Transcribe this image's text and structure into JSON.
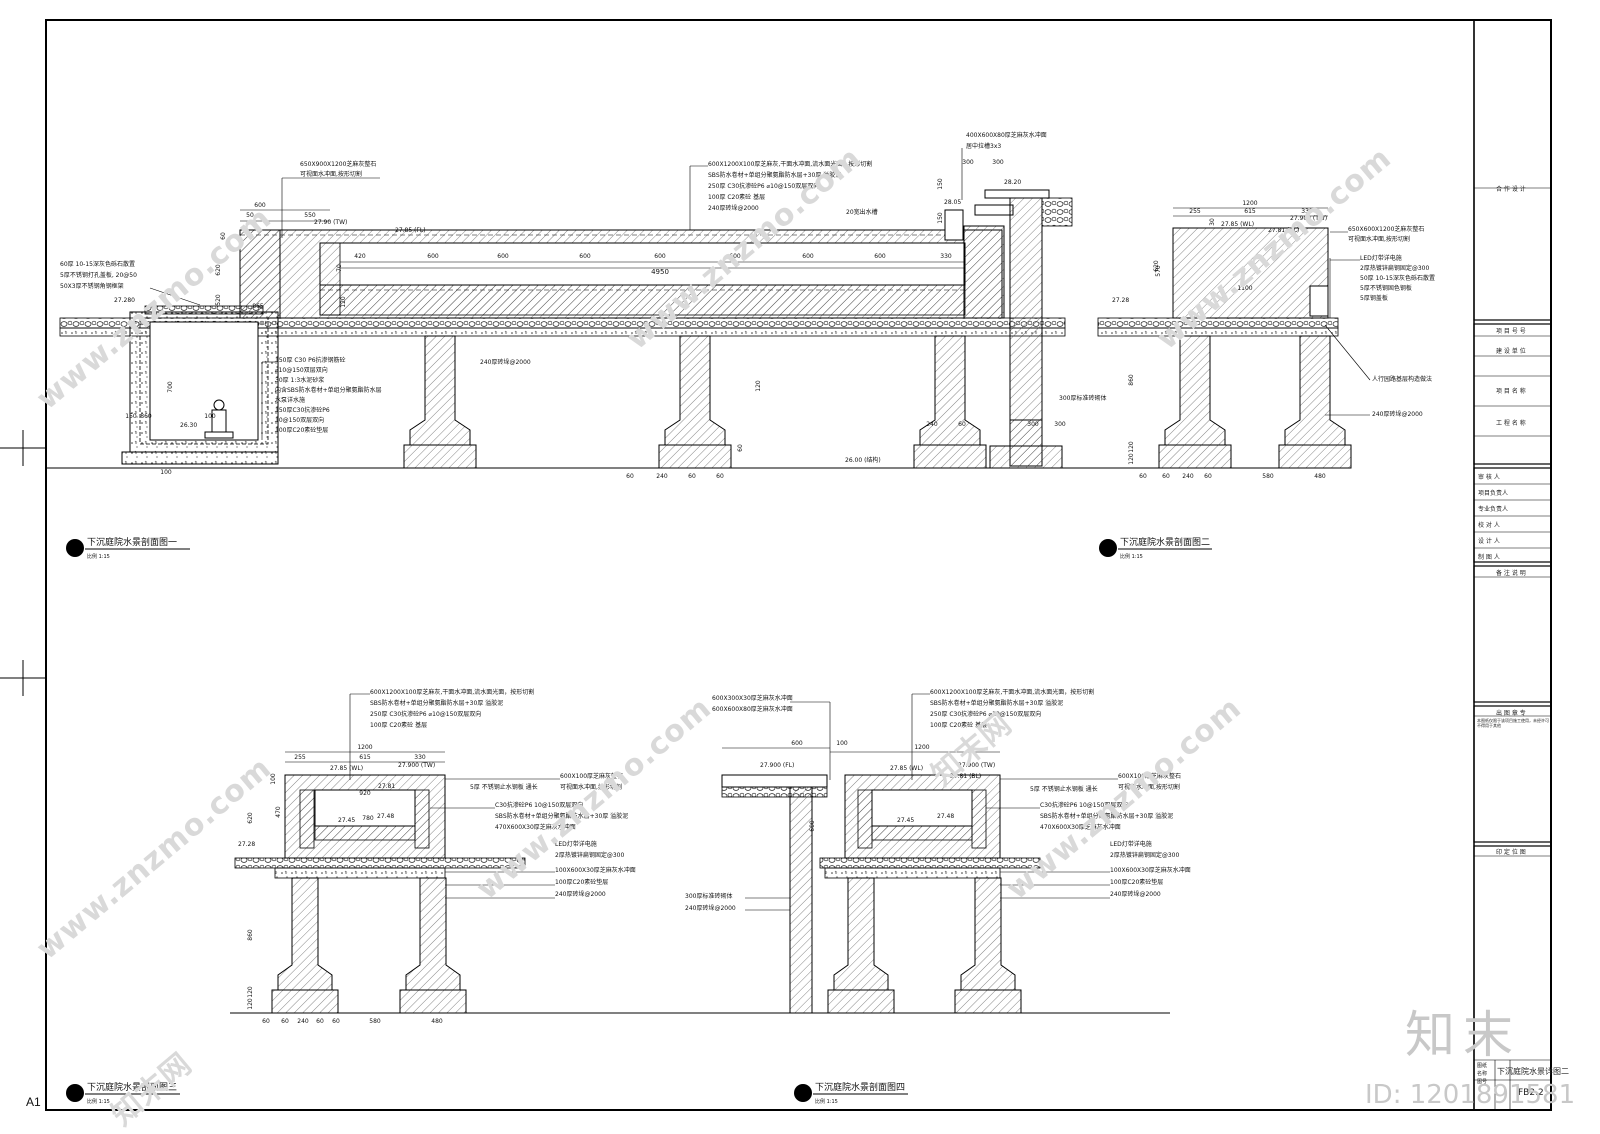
{
  "sheet": {
    "size_label": "A1",
    "drawing_no": "FB2.2",
    "drawing_title": "下沉庭院水景详图二"
  },
  "title_block": {
    "partner": "合 作 设 计",
    "fields_top": [
      "项 目 号 号",
      "建 设 单 位",
      "项 目 名 称",
      "工 程 名 称"
    ],
    "people": [
      "审 核 人",
      "项目负责人",
      "专业负责人",
      "校 对 人",
      "设 计 人",
      "制 图 人"
    ],
    "remarks": "备 注 说 明",
    "stamp": "出 图 章 专",
    "stamp_note": "本图纸仅限于该项目施工使用，未经许可不得用于其他",
    "key_plan": "印 定 位 图",
    "bottom_labels": [
      "图纸",
      "名称",
      "图号"
    ]
  },
  "sections": [
    {
      "title": "下沉庭院水景剖面图一",
      "scale": "比例  1:15"
    },
    {
      "title": "下沉庭院水景剖面图二",
      "scale": "比例  1:15"
    },
    {
      "title": "下沉庭院水景剖面图三",
      "scale": "比例  1:15"
    },
    {
      "title": "下沉庭院水景剖面图四",
      "scale": "比例  1:15"
    }
  ],
  "s1": {
    "notes_top": [
      "650X900X1200芝麻灰整石",
      "可视面水冲面,按形切割"
    ],
    "notes_mid": [
      "600X1200X100厚芝麻灰,干面水冲面,流水面光面，按形切割",
      "SBS防水卷材+单组分聚氨酯防水层+30厚 溢胶泥",
      "250厚 C30抗渗砼P6 ⌀10@150双层双向",
      "100厚 C20素砼 基层",
      "240厚砖垛@2000"
    ],
    "notes_right": [
      "400X600X80厚芝麻灰水冲面",
      "居中拉槽3x3"
    ],
    "notes_left": [
      "60厚  10-15深灰色砾石散置",
      "5厚不锈钢打孔盖板,  20@50",
      "50X3厚不锈钢角钢框架"
    ],
    "notes_pit": [
      "150厚 C30 P6抗渗钢筋砼",
      "⌀10@150双层双向",
      "30厚 1:3水泥砂浆",
      "内含SBS防水卷材+单组分聚氨酯防水层",
      "水泵详水施",
      "150厚C30抗渗砼P6",
      "10@150双层双向",
      "100厚C20素砼垫层"
    ],
    "labels": [
      "27.90 (TW)",
      "27.85 (FL)",
      "28.05",
      "28.20",
      "27.280",
      "26.30",
      "26.00 (结构)",
      "20宽出水槽",
      "240厚砖垛@2000",
      "300厚标准砖砌体"
    ],
    "dims_top": [
      "600",
      "550",
      "50",
      "300",
      "300",
      "150",
      "150"
    ],
    "dims_chain": [
      "420",
      "600",
      "600",
      "600",
      "600",
      "600",
      "600",
      "600",
      "330"
    ],
    "dim_total": "4950",
    "dims_misc": [
      "620",
      "520",
      "60",
      "70",
      "120",
      "865",
      "700",
      "100",
      "150",
      "860",
      "120",
      "60",
      "60",
      "240",
      "60",
      "60",
      "240",
      "60",
      "300",
      "300",
      "100"
    ]
  },
  "s2": {
    "dims_top": [
      "1200",
      "255",
      "615",
      "330",
      "30",
      "1100"
    ],
    "labels": [
      "27.85 (WL)",
      "27.81 (BL)",
      "27.900 (TW)",
      "27.28"
    ],
    "notes": [
      "650X600X1200芝麻灰整石",
      "可视面水冲面,按形切割",
      "LED灯带详电施",
      "2厚热镀锌扁钢固定@300",
      "50厚  10-15深灰色砾石散置",
      "5厚不锈钢固色钢板",
      "5厚钢盖板",
      "人行园路基层构造做法",
      "240厚砖垛@2000"
    ],
    "dims": [
      "620",
      "570",
      "860",
      "120",
      "120",
      "60",
      "60",
      "240",
      "60",
      "580",
      "480"
    ]
  },
  "s3": {
    "notes_top": [
      "600X1200X100厚芝麻灰,干面水冲面,流水面光面，按形切割",
      "SBS防水卷材+单组分聚氨酯防水层+30厚 溢胶泥",
      "250厚 C30抗渗砼P6 ⌀10@150双层双向",
      "100厚 C20素砼 基层"
    ],
    "notes_right": [
      "600X100厚芝麻灰整石",
      "可视面水冲面,按形切割",
      "C30抗渗砼P6   10@150双层双向",
      "SBS防水卷材+单组分聚氨酯防水层+30厚 溢胶泥",
      "470X600X30厚芝麻灰水冲面",
      "LED灯带详电施",
      "2厚热镀锌扁钢固定@300",
      "100X600X30厚芝麻灰水冲面",
      "100厚C20素砼垫层",
      "240厚砖垛@2000"
    ],
    "notes_inner": [
      "5厚 不锈钢止水钢板 通长"
    ],
    "labels": [
      "27.85 (WL)",
      "27.900 (TW)",
      "27.81",
      "27.45",
      "27.48",
      "27.28"
    ],
    "dims": [
      "1200",
      "255",
      "615",
      "330",
      "920",
      "780",
      "620",
      "470",
      "100",
      "860",
      "120",
      "120",
      "60",
      "60",
      "240",
      "60",
      "60",
      "580",
      "480"
    ]
  },
  "s4": {
    "notes_left": [
      "600X300X30厚芝麻灰水冲面",
      "600X600X80厚芝麻灰水冲面"
    ],
    "notes_top": [
      "600X1200X100厚芝麻灰,干面水冲面,流水面光面，按形切割",
      "SBS防水卷材+单组分聚氨酯防水层+30厚 溢胶泥",
      "250厚 C30抗渗砼P6 ⌀10@150双层双向",
      "100厚 C20素砼 基层"
    ],
    "notes_right": [
      "600X100厚芝麻灰整石",
      "可视面水冲面,按形切割",
      "5厚 不锈钢止水钢板 通长",
      "C30抗渗砼P6   10@150双层双向",
      "SBS防水卷材+单组分聚氨酯防水层+30厚 溢胶泥",
      "470X600X30厚芝麻灰水冲面",
      "LED灯带详电施",
      "2厚热镀锌扁钢固定@300",
      "100X600X30厚芝麻灰水冲面",
      "100厚C20素砼垫层",
      "240厚砖垛@2000"
    ],
    "notes_bottom_left": [
      "300厚标准砖砌体",
      "240厚砖垛@2000"
    ],
    "labels": [
      "27.900 (FL)",
      "27.85 (WL)",
      "27.81 (BL)",
      "27.900 (TW)",
      "27.45",
      "27.48"
    ],
    "dims": [
      "600",
      "100",
      "1200",
      "600"
    ]
  },
  "watermark": {
    "brand_cn": "知末",
    "id_text": "ID: 1201891581",
    "site": "www.znzmo.com",
    "site_cn": "知末网"
  }
}
